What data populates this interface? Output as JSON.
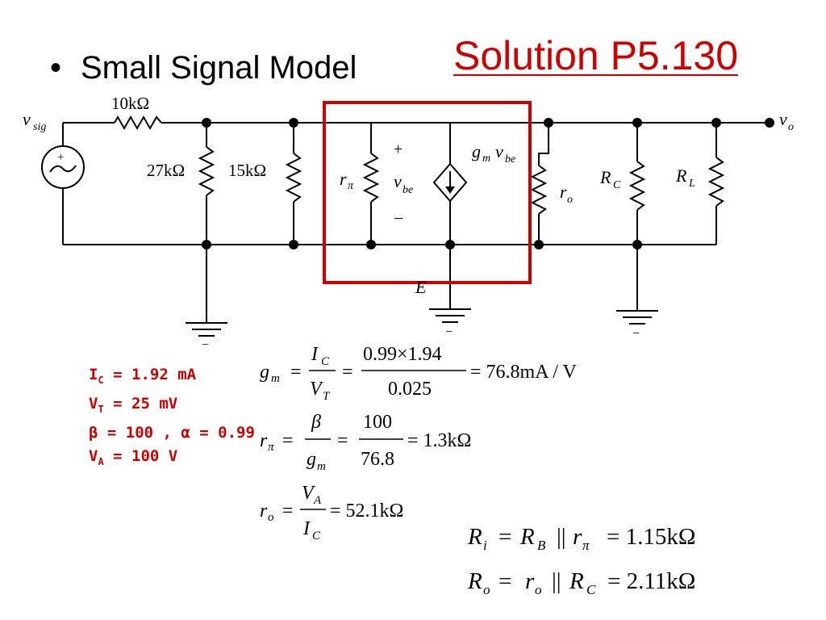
{
  "slide": {
    "title": "Solution P5.130",
    "bullet_marker": "•",
    "bullet_text": "Small Signal Model"
  },
  "colors": {
    "accent": "#cc0000",
    "box": "#cc0000",
    "ink": "#000000"
  },
  "circuit": {
    "source_label": "v",
    "source_sub": "sig",
    "source_plus": "+",
    "r_series": "10kΩ",
    "r1": "27kΩ",
    "r2": "15kΩ",
    "r_pi": "r",
    "r_pi_sub": "π",
    "vbe_plus": "+",
    "vbe": "v",
    "vbe_sub": "be",
    "vbe_minus": "−",
    "gm": "g",
    "gm_sub": "m",
    "gm_v": "v",
    "gm_v_sub": "be",
    "r_o": "r",
    "r_o_sub": "o",
    "r_c": "R",
    "r_c_sub": "C",
    "r_l": "R",
    "r_l_sub": "L",
    "node_e": "E",
    "out_label": "v",
    "out_sub": "o",
    "ground_minus": "−"
  },
  "parameters": [
    {
      "name": "I",
      "sub": "C",
      "value": " = 1.92 mA"
    },
    {
      "name": "V",
      "sub": "T",
      "value": " = 25 mV"
    },
    {
      "name": "β = 100 , α = 0.99",
      "sub": "",
      "value": ""
    },
    {
      "name": "V",
      "sub": "A",
      "value": " = 100 V"
    }
  ],
  "equations": {
    "gm_lhs": "g",
    "gm_lhs_sub": "m",
    "gm_f1_num": "I",
    "gm_f1_num_sub": "C",
    "gm_f1_den": "V",
    "gm_f1_den_sub": "T",
    "gm_f2_num": "0.99×1.94",
    "gm_f2_den": "0.025",
    "gm_result": "= 76.8mA / V",
    "rpi_lhs": "r",
    "rpi_lhs_sub": "π",
    "rpi_f1_num": "β",
    "rpi_f1_den": "g",
    "rpi_f1_den_sub": "m",
    "rpi_f2_num": "100",
    "rpi_f2_den": "76.8",
    "rpi_result": "= 1.3kΩ",
    "ro_lhs": "r",
    "ro_lhs_sub": "o",
    "ro_f1_num": "V",
    "ro_f1_num_sub": "A",
    "ro_f1_den": "I",
    "ro_f1_den_sub": "C",
    "ro_result": "= 52.1kΩ",
    "eq": "=",
    "ri_lhs": "R",
    "ri_lhs_sub": "i",
    "ri_rb": "R",
    "ri_rb_sub": "B",
    "ri_par": "||",
    "ri_rpi": "r",
    "ri_rpi_sub": "π",
    "ri_result": "= 1.15kΩ",
    "ro2_lhs": "R",
    "ro2_lhs_sub": "o",
    "ro2_r": "r",
    "ro2_r_sub": "o",
    "ro2_par": "||",
    "ro2_rc": "R",
    "ro2_rc_sub": "C",
    "ro2_result": "= 2.11kΩ"
  }
}
